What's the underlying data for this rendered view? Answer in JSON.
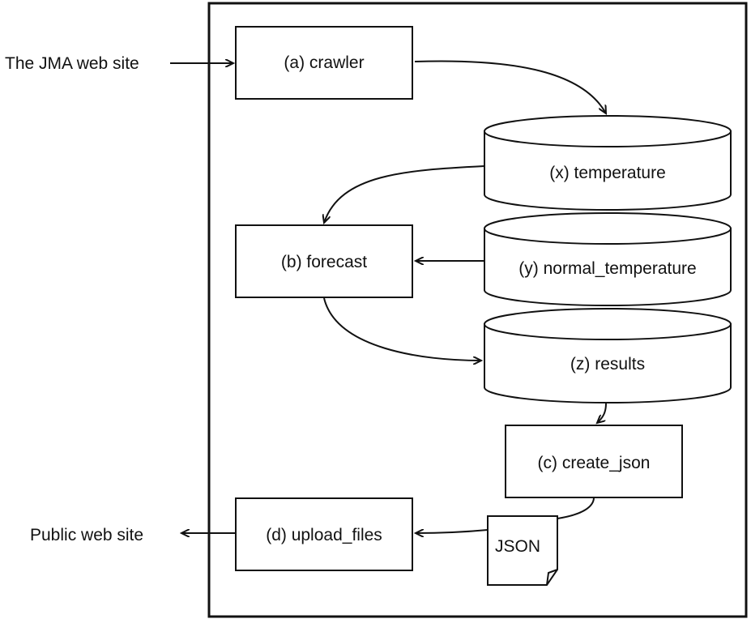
{
  "external": {
    "source": "The JMA web site",
    "destination": "Public web site"
  },
  "processes": {
    "crawler": "(a) crawler",
    "forecast": "(b) forecast",
    "create_json": "(c) create_json",
    "upload_files": "(d) upload_files"
  },
  "databases": {
    "temperature": "(x) temperature",
    "normal_temperature": "(y) normal_temperature",
    "results": "(z) results"
  },
  "file": {
    "label": "JSON"
  }
}
